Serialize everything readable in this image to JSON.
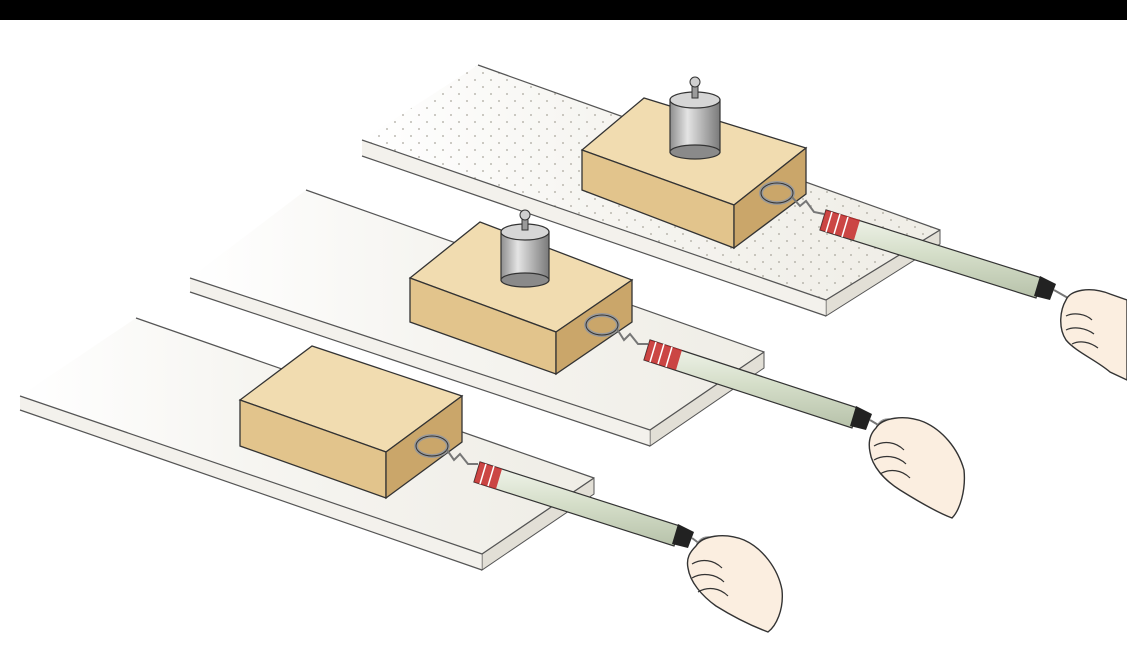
{
  "figure": {
    "setups": [
      {
        "id": "surface-rough",
        "surface": "rough",
        "extra_mass": true
      },
      {
        "id": "surface-smooth-with-mass",
        "surface": "smooth",
        "extra_mass": true
      },
      {
        "id": "surface-smooth",
        "surface": "smooth",
        "extra_mass": false
      }
    ]
  },
  "colors": {
    "background": "#ffffff",
    "top_bar": "#000000",
    "board_top": "#f2f0ea",
    "board_side": "#e2dfd6",
    "block_top": "#f1dcb0",
    "block_front": "#e2c48c",
    "block_side": "#caa66a",
    "mass_metal": "#a9a9a9",
    "spring_tube": "#dfe6d6",
    "spring_red": "#c62828",
    "skin": "#fbeee0",
    "outline": "#333333"
  },
  "icons": {
    "hand": "hand-icon",
    "spring_scale": "spring-scale-icon",
    "mass": "weight-icon"
  }
}
